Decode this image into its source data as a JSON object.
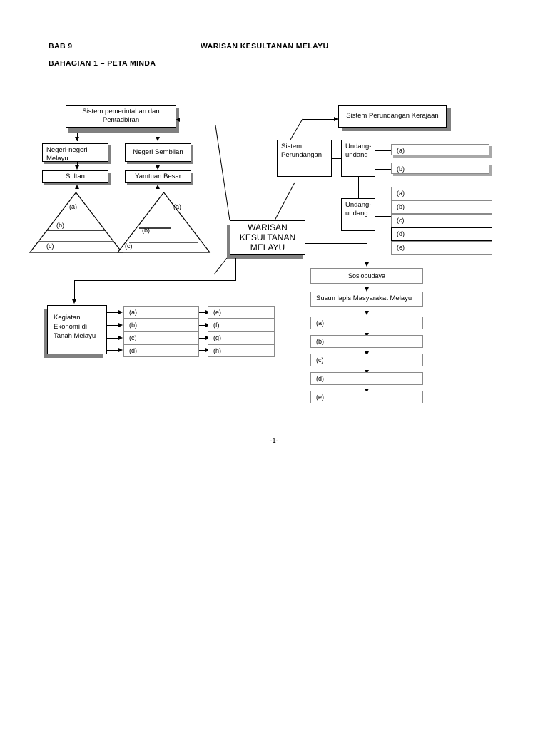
{
  "header": {
    "chapter": "BAB 9",
    "title": "WARISAN KESULTANAN MELAYU",
    "section": "BAHAGIAN 1 – PETA MINDA"
  },
  "center_node": {
    "line1": "WARISAN",
    "line2": "KESULTANAN",
    "line3": "MELAYU"
  },
  "branch_pemerintahan": {
    "title": "Sistem pemerintahan dan Pentadbiran",
    "left_column": {
      "state": "Negeri-negeri Melayu",
      "ruler": "Sultan",
      "pyramid": [
        "(a)",
        "(b)",
        "(c)"
      ]
    },
    "right_column": {
      "state": "Negeri Sembilan",
      "ruler": "Yamtuan Besar",
      "pyramid": [
        "(a)",
        "(b)",
        "(c)"
      ]
    }
  },
  "branch_perundangan": {
    "title": "Sistem Perundangan Kerajaan",
    "node": "Sistem Perundangan",
    "group_a": {
      "label": "Undang-undang",
      "items": [
        "(a)",
        "(b)"
      ]
    },
    "group_b": {
      "label": "Undang-undang",
      "items": [
        "(a)",
        "(b)",
        "(c)",
        "(d)",
        "(e)"
      ]
    }
  },
  "branch_sosiobudaya": {
    "title": "Sosiobudaya",
    "subtitle": "Susun lapis Masyarakat Melayu",
    "items": [
      "(a)",
      "(b)",
      "(c)",
      "(d)",
      "(e)"
    ]
  },
  "branch_ekonomi": {
    "title": "Kegiatan Ekonomi di Tanah Melayu",
    "column_1": [
      "(a)",
      "(b)",
      "(c)",
      "(d)"
    ],
    "column_2": [
      "(e)",
      "(f)",
      "(g)",
      "(h)"
    ]
  },
  "footer": {
    "page_number": "-1-"
  },
  "colors": {
    "shadow": "#808080",
    "light_border": "#8a8a8a",
    "stroke": "#000000",
    "background": "#ffffff"
  }
}
